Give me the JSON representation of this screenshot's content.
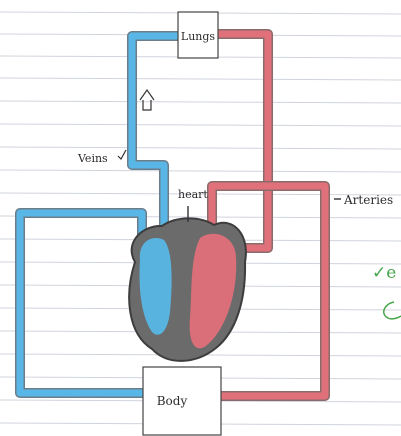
{
  "labels": {
    "lungs": "Lungs",
    "body": "Body",
    "veins": "Veins",
    "heart": "heart",
    "arteries": "Arteries"
  },
  "margin_mark": "✓e",
  "icons": {
    "flow_arrow": "up-arrow",
    "vein_tick": "checkmark",
    "heart_pointer": "pointer-line"
  },
  "colors": {
    "paper": "#ffffff",
    "ruled_line": "#cfd4dc",
    "veins": "#58b7e6",
    "arteries": "#e0707a",
    "heart_body": "#6b6b6b",
    "outline": "#444444",
    "green_ink": "#47a54a"
  }
}
